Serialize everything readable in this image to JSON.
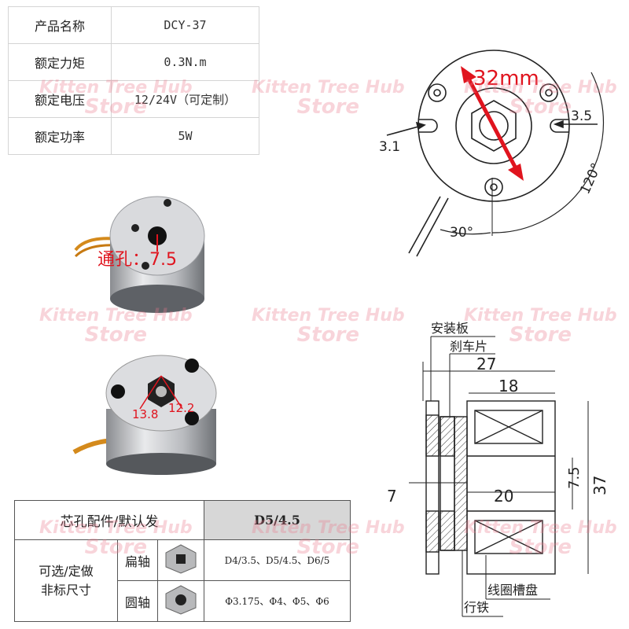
{
  "spec_table": {
    "rows": [
      {
        "label": "产品名称",
        "value": "DCY-37"
      },
      {
        "label": "额定力矩",
        "value": "0.3N.m"
      },
      {
        "label": "额定电压",
        "value": "12/24V（可定制）"
      },
      {
        "label": "额定功率",
        "value": "5W"
      }
    ]
  },
  "top_drawing": {
    "diameter_label": "32mm",
    "slot_left": "3.1",
    "slot_right": "3.5",
    "angle_120": "120°",
    "angle_30": "30°"
  },
  "photo_labels": {
    "through_hole": "通孔：7.5",
    "hex_a": "13.8",
    "hex_b": "12.2"
  },
  "section_drawing": {
    "mount_plate": "安装板",
    "brake_pad": "刹车片",
    "dim_27": "27",
    "dim_18": "18",
    "dim_7": "7",
    "dim_20": "20",
    "dim_7_5": "7.5",
    "dim_37": "37",
    "coil_housing": "线圈槽盘",
    "yoke": "行铁"
  },
  "options_table": {
    "header_left": "芯孔配件/默认发",
    "header_right": "D5/4.5",
    "side_label": "可选/定做\n非标尺寸",
    "rows": [
      {
        "type": "扁轴",
        "sizes": "D4/3.5、D5/4.5、D6/5"
      },
      {
        "type": "圆轴",
        "sizes": "Φ3.175、Φ4、Φ5、Φ6"
      }
    ]
  },
  "watermark": {
    "line1": "Kitten Tree Hub",
    "line2": "Store"
  },
  "colors": {
    "annotation_red": "#e0141e",
    "table_header": "#d7d7d7"
  }
}
